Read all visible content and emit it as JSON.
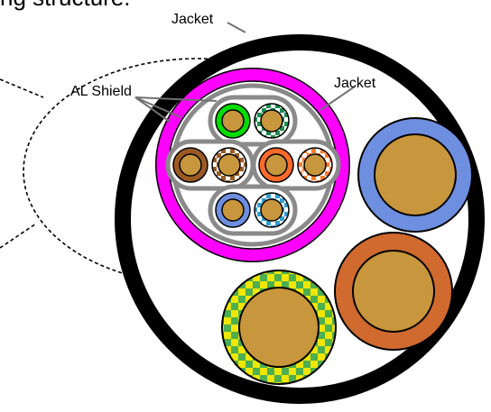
{
  "header_text": "ng structure.",
  "labels": {
    "outer_jacket": "Jacket",
    "inner_jacket": "Jacket",
    "al_shield": "AL Shield"
  },
  "colors": {
    "jacket_outer": "#000000",
    "jacket_inner": "#ff00ff",
    "pair_jacket": "#808080",
    "copper": "#c8963c",
    "green": "#00dd00",
    "brown": "#9b5a24",
    "orange": "#ff6a2a",
    "blue": "#6e8fe0",
    "power_blue": "#6e8fe0",
    "power_brown": "#d06a2e",
    "ground_green": "#4caf50",
    "ground_yellow": "#f0e600"
  }
}
